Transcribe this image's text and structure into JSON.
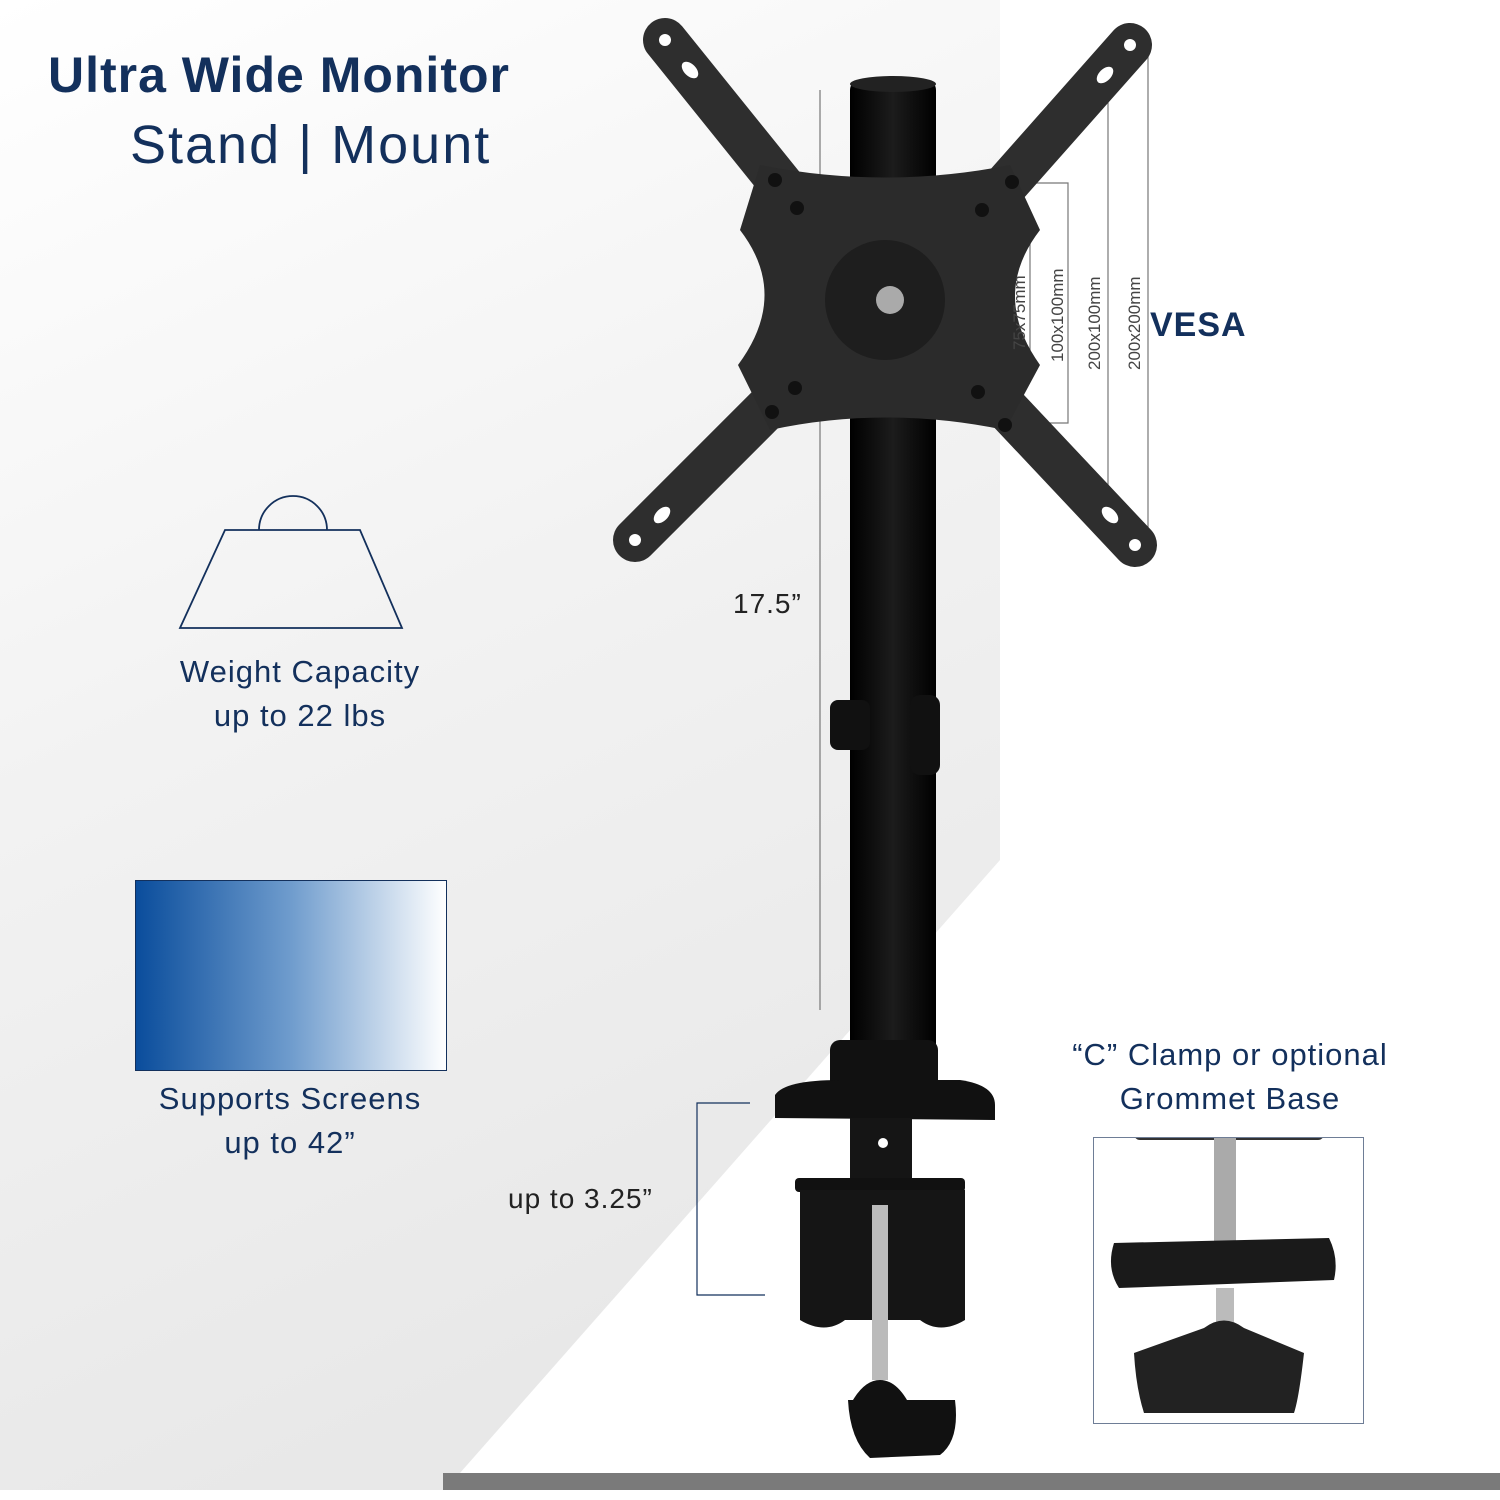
{
  "header": {
    "title": "Ultra Wide Monitor",
    "subtitle": "Stand | Mount"
  },
  "features": {
    "weight": {
      "line1": "Weight Capacity",
      "line2": "up to 22 lbs",
      "icon": "weight-icon"
    },
    "screens": {
      "line1": "Supports Screens",
      "line2": "up to 42”",
      "icon": "screen-gradient-icon"
    }
  },
  "dimensions": {
    "height": "17.5”",
    "clamp": "up to 3.25”"
  },
  "vesa": {
    "label": "VESA",
    "sizes": [
      "75x75mm",
      "100x100mm",
      "200x100mm",
      "200x200mm"
    ]
  },
  "clamp_info": {
    "line1": "“C” Clamp or optional",
    "line2": "Grommet Base"
  },
  "colors": {
    "brand_navy": "#13305c",
    "gradient_blue": "#0a4d9c",
    "product_black": "#111111"
  }
}
